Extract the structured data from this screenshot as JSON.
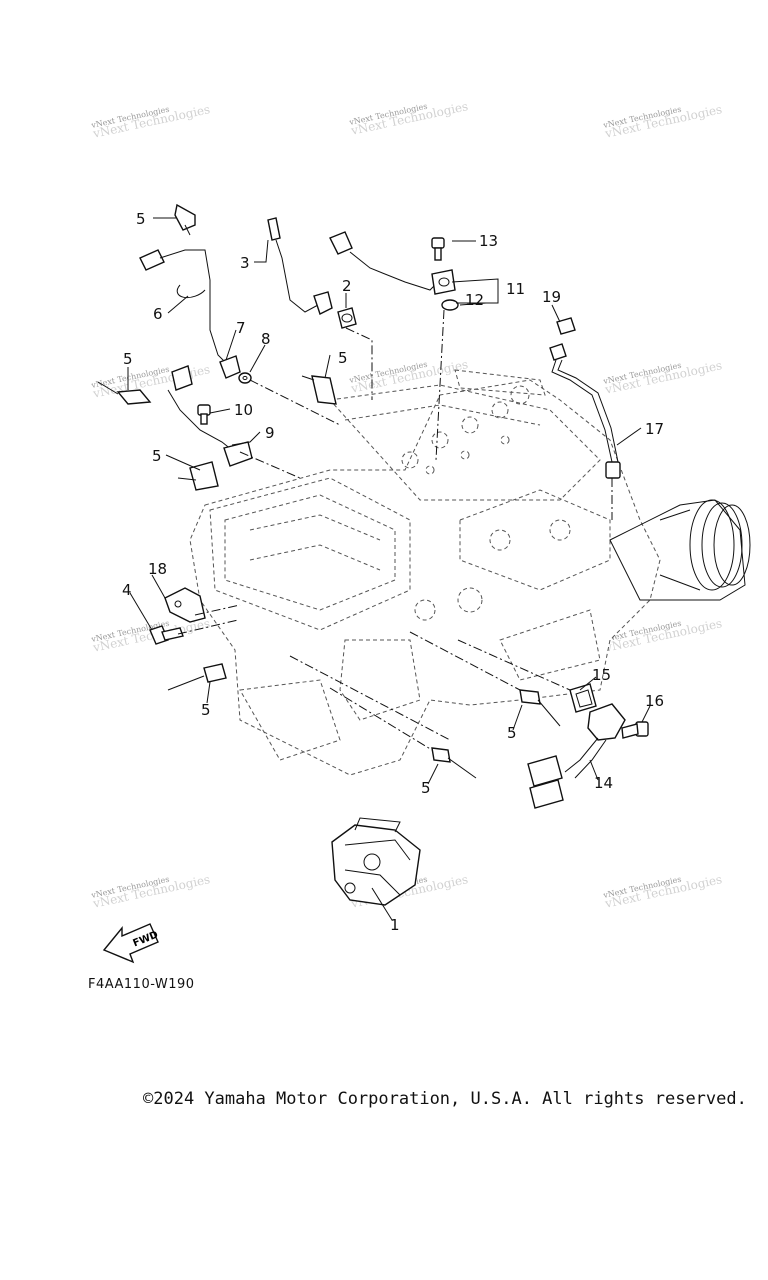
{
  "watermark": {
    "line1": "vNext Technologies",
    "line2": "vNext Technologies"
  },
  "callouts": [
    {
      "id": "c1",
      "label": "1"
    },
    {
      "id": "c2",
      "label": "2"
    },
    {
      "id": "c3",
      "label": "3"
    },
    {
      "id": "c4",
      "label": "4"
    },
    {
      "id": "c5",
      "label": "5"
    },
    {
      "id": "c6",
      "label": "6"
    },
    {
      "id": "c7",
      "label": "7"
    },
    {
      "id": "c8",
      "label": "8"
    },
    {
      "id": "c9",
      "label": "9"
    },
    {
      "id": "c10",
      "label": "10"
    },
    {
      "id": "c11",
      "label": "11"
    },
    {
      "id": "c12",
      "label": "12"
    },
    {
      "id": "c13",
      "label": "13"
    },
    {
      "id": "c14",
      "label": "14"
    },
    {
      "id": "c15",
      "label": "15"
    },
    {
      "id": "c16",
      "label": "16"
    },
    {
      "id": "c17",
      "label": "17"
    },
    {
      "id": "c18",
      "label": "18"
    },
    {
      "id": "c19",
      "label": "19"
    }
  ],
  "fwd_badge": "FWD",
  "figure_code": "F4AA110-W190",
  "copyright": "©2024 Yamaha Motor Corporation, U.S.A. All rights reserved."
}
